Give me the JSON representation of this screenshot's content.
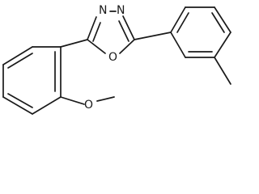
{
  "molecule": {
    "atom_labels": {
      "n_left": "N",
      "n_right": "N",
      "o_ring": "O",
      "o_methoxy": "O"
    }
  }
}
